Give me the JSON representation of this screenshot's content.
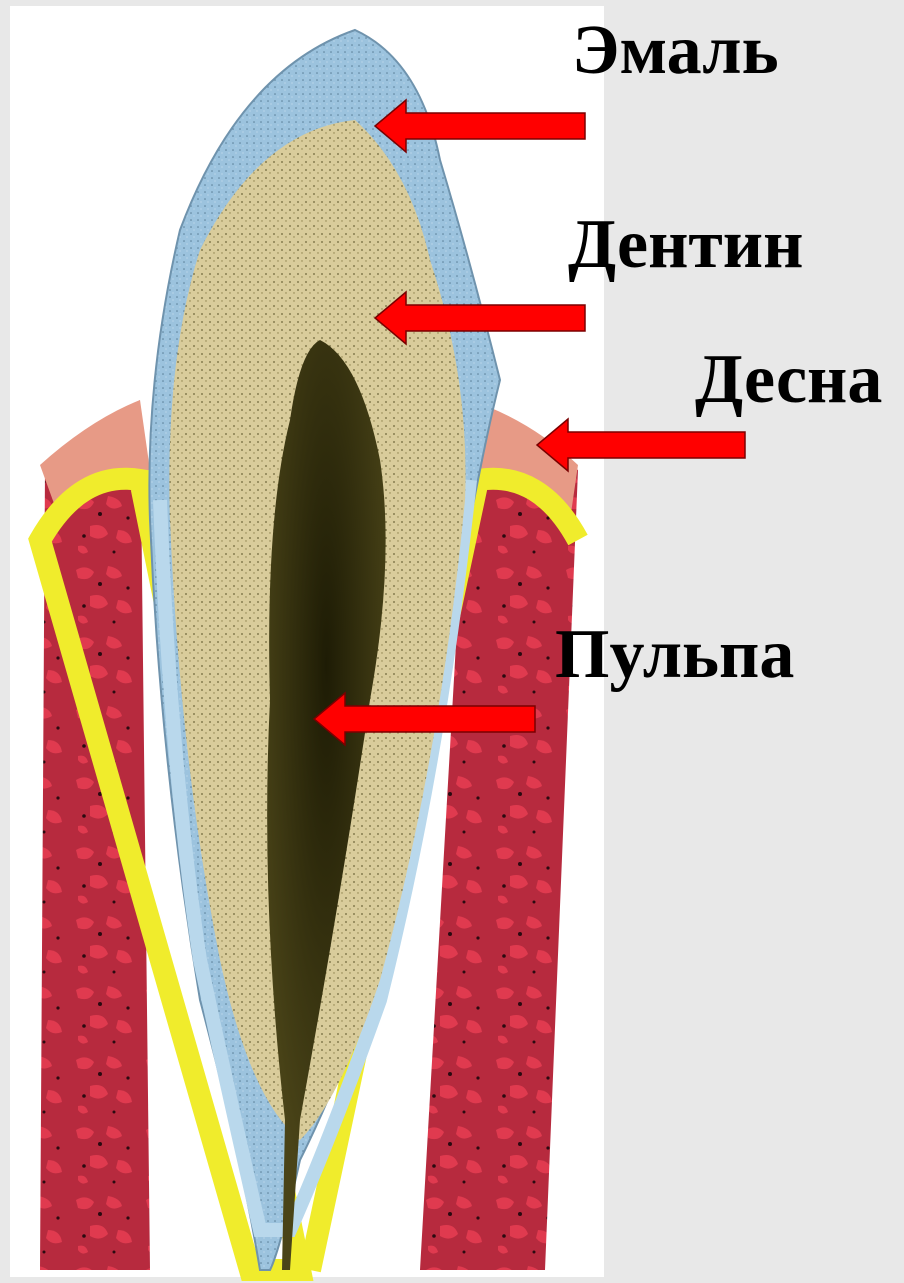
{
  "labels": {
    "enamel": "Эмаль",
    "dentin": "Дентин",
    "gum": "Десна",
    "pulp": "Пульпа"
  },
  "colors": {
    "background": "#e8e8e8",
    "panel": "#ffffff",
    "bone": "#b72a3e",
    "bone_spots": "#e03a4f",
    "gum": "#e79a86",
    "periodontium": "#f0ec2c",
    "enamel": "#9cc3de",
    "cementum": "#b9d8ec",
    "dentin": "#d9cc9b",
    "pulp": "#2e2a0a",
    "arrow": "#ff0000"
  },
  "icons": {
    "arrow": "left-arrow"
  }
}
